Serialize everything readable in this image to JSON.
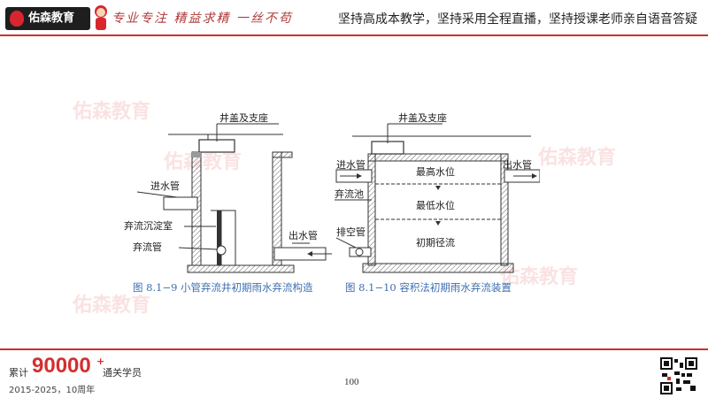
{
  "header": {
    "logo_text": "佑森教育",
    "slogan": "专业专注  精益求精  一丝不苟",
    "tagline": "坚持高成本教学，坚持采用全程直播，坚持授课老师亲自语音答疑"
  },
  "watermark_text": "佑森教育",
  "figure_left": {
    "labels": {
      "cover": "井盖及支座",
      "inlet": "进水管",
      "settling": "弃流沉淀室",
      "discard_pipe": "弃流管",
      "outlet": "出水管"
    },
    "caption": "图 8.1−9    小管弃流井初期雨水弃流构造"
  },
  "figure_right": {
    "labels": {
      "cover": "井盖及支座",
      "inlet": "进水管",
      "outlet": "出水管",
      "max_level": "最高水位",
      "min_level": "最低水位",
      "pool": "弃流池",
      "drain": "排空管",
      "runoff": "初期径流"
    },
    "caption": "图 8.1−10    容积法初期雨水弃流装置"
  },
  "footer": {
    "cumulative_label": "累计",
    "cumulative_value": "90000",
    "cumulative_plus": "+",
    "cumulative_suffix": "通关学员",
    "years": "2015-2025，10周年",
    "page_number": "100"
  },
  "colors": {
    "accent_red": "#c9312f",
    "caption_blue": "#3d6fb0",
    "drawing_line": "#333333"
  }
}
